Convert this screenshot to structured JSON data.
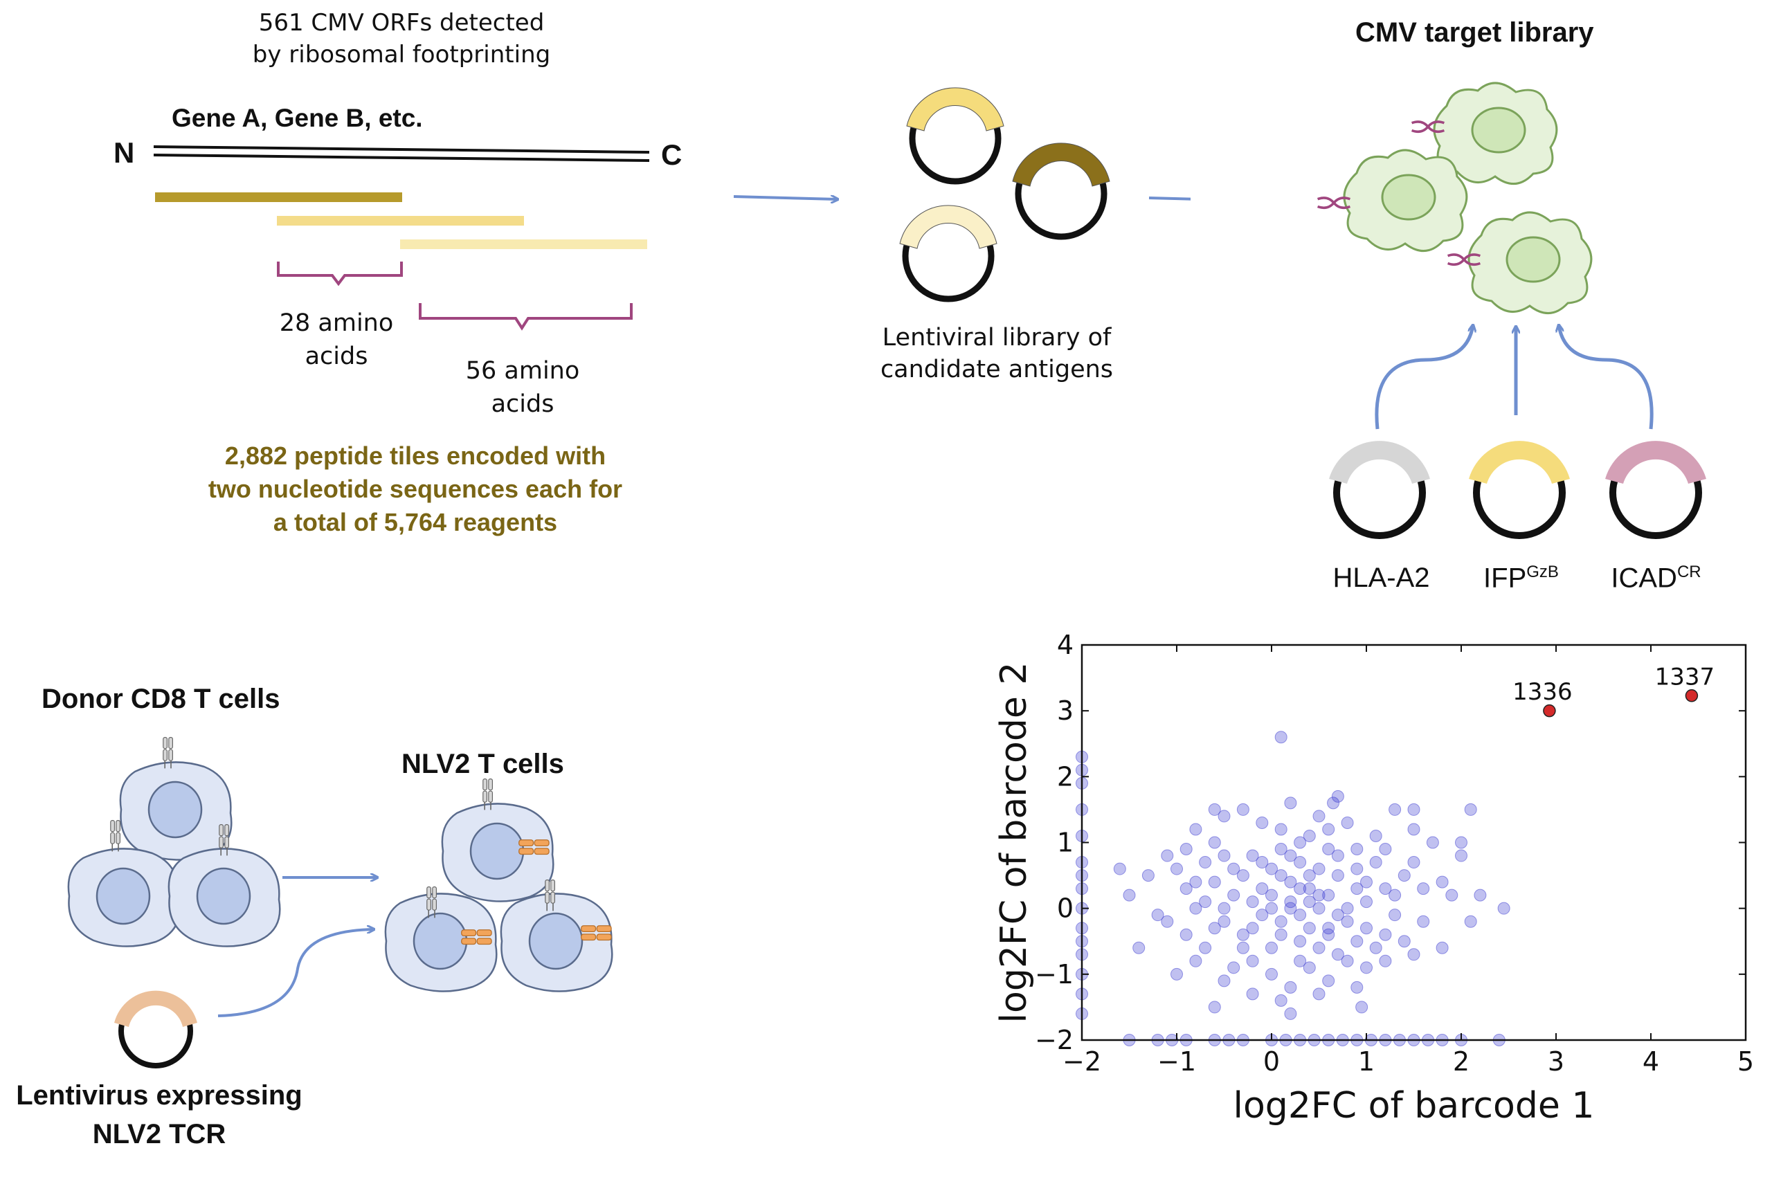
{
  "tiling": {
    "header_line1": "561 CMV ORFs detected",
    "header_line2": "by ribosomal footprinting",
    "gene_label": "Gene A, Gene B, etc.",
    "n_label": "N",
    "c_label": "C",
    "overlap_line1": "28 amino",
    "overlap_line2": "acids",
    "tile_line1": "56 amino",
    "tile_line2": "acids",
    "summary_line1": "2,882 peptide tiles encoded with",
    "summary_line2": "two nucleotide sequences each for",
    "summary_line3": "a total of 5,764 reagents",
    "colors": {
      "tile_dark": "#b69a2c",
      "tile_mid": "#f4dc8a",
      "tile_light": "#f8eab0",
      "bracket": "#a0467f"
    }
  },
  "library": {
    "caption_line1": "Lentiviral library of",
    "caption_line2": "candidate antigens",
    "colors": {
      "insert_yellow": "#f5dc7c",
      "insert_olive": "#8b701b",
      "insert_cream": "#faf0c8"
    }
  },
  "target": {
    "title": "CMV target library",
    "plasmids": [
      {
        "label": "HLA-A2",
        "superscript": "",
        "color": "#d6d6d6"
      },
      {
        "label": "IFP",
        "superscript": "GzB",
        "color": "#f5dc7c"
      },
      {
        "label": "ICAD",
        "superscript": "CR",
        "color": "#d4a0b6"
      }
    ],
    "colors": {
      "cell_fill": "#e6f2da",
      "cell_stroke": "#7ba35a",
      "nucleus_fill": "#cfe6b8",
      "antigen": "#a0467f",
      "arrow": "#6f8fcf"
    }
  },
  "tcells": {
    "donor_title": "Donor CD8 T cells",
    "nlv2_title": "NLV2 T cells",
    "lenti_line1": "Lentivirus expressing",
    "lenti_line2": "NLV2 TCR",
    "colors": {
      "cell_fill": "#dfe6f5",
      "cell_stroke": "#5a6b8c",
      "nucleus_fill": "#b9c9ea",
      "tcr": "#f2a45a",
      "insert": "#ecc09a"
    }
  },
  "chart_data": {
    "type": "scatter",
    "xlabel": "log2FC of barcode 1",
    "ylabel": "log2FC of barcode 2",
    "xlim": [
      -2,
      5
    ],
    "ylim": [
      -2,
      4
    ],
    "xticks": [
      -2,
      -1,
      0,
      1,
      2,
      3,
      4,
      5
    ],
    "yticks": [
      -2,
      -1,
      0,
      1,
      2,
      3,
      4
    ],
    "xtick_labels": [
      "−2",
      "−1",
      "0",
      "1",
      "2",
      "3",
      "4",
      "5"
    ],
    "ytick_labels": [
      "−2",
      "−1",
      "0",
      "1",
      "2",
      "3",
      "4"
    ],
    "grid": false,
    "series": [
      {
        "color": "#3a3ad0",
        "points": [
          [
            0.1,
            2.6
          ],
          [
            0.2,
            1.6
          ],
          [
            0.7,
            1.7
          ],
          [
            -0.3,
            1.5
          ],
          [
            -0.5,
            1.4
          ],
          [
            1.3,
            1.5
          ],
          [
            1.5,
            1.5
          ],
          [
            2.1,
            1.5
          ],
          [
            -0.8,
            1.2
          ],
          [
            -1.1,
            0.8
          ],
          [
            -1.3,
            0.5
          ],
          [
            -1.5,
            0.2
          ],
          [
            -1.2,
            -0.1
          ],
          [
            -1.4,
            -0.6
          ],
          [
            -0.8,
            -0.8
          ],
          [
            -0.5,
            -1.1
          ],
          [
            -0.6,
            -1.5
          ],
          [
            0.1,
            -1.4
          ],
          [
            0.2,
            -1.2
          ],
          [
            0.5,
            -1.3
          ],
          [
            1.0,
            -0.9
          ],
          [
            1.5,
            -0.7
          ],
          [
            1.8,
            -0.6
          ],
          [
            1.9,
            0.2
          ],
          [
            2.0,
            0.8
          ],
          [
            2.0,
            1.0
          ],
          [
            2.45,
            0.0
          ],
          [
            1.6,
            0.3
          ],
          [
            1.4,
            0.5
          ],
          [
            1.2,
            0.9
          ],
          [
            1.1,
            1.1
          ],
          [
            0.9,
            0.6
          ],
          [
            0.6,
            0.9
          ],
          [
            0.4,
            1.1
          ],
          [
            0.1,
            0.9
          ],
          [
            -0.2,
            0.8
          ],
          [
            -0.4,
            0.6
          ],
          [
            -0.6,
            0.4
          ],
          [
            -0.7,
            0.1
          ],
          [
            -0.5,
            -0.2
          ],
          [
            -0.3,
            -0.4
          ],
          [
            0.0,
            -0.6
          ],
          [
            0.3,
            -0.5
          ],
          [
            0.6,
            -0.4
          ],
          [
            0.8,
            -0.2
          ],
          [
            1.0,
            0.1
          ],
          [
            0.9,
            0.3
          ],
          [
            0.7,
            0.5
          ],
          [
            0.5,
            0.6
          ],
          [
            0.3,
            0.7
          ],
          [
            0.1,
            0.5
          ],
          [
            -0.1,
            0.3
          ],
          [
            -0.2,
            0.1
          ],
          [
            -0.1,
            -0.1
          ],
          [
            0.1,
            -0.2
          ],
          [
            0.3,
            -0.1
          ],
          [
            0.5,
            0.0
          ],
          [
            0.6,
            0.2
          ],
          [
            0.4,
            0.3
          ],
          [
            0.2,
            0.4
          ],
          [
            0.0,
            0.2
          ],
          [
            0.2,
            0.0
          ],
          [
            0.4,
            0.1
          ],
          [
            0.3,
            0.3
          ],
          [
            -0.4,
            0.2
          ],
          [
            -0.6,
            -0.3
          ],
          [
            -0.8,
            0.0
          ],
          [
            -0.9,
            0.3
          ],
          [
            -1.0,
            0.6
          ],
          [
            -0.9,
            -0.4
          ],
          [
            -0.7,
            -0.6
          ],
          [
            -0.2,
            -0.8
          ],
          [
            0.0,
            -1.0
          ],
          [
            0.4,
            -0.9
          ],
          [
            0.7,
            -0.7
          ],
          [
            1.2,
            -0.4
          ],
          [
            1.3,
            -0.1
          ],
          [
            1.2,
            0.3
          ],
          [
            1.5,
            0.7
          ],
          [
            1.7,
            1.0
          ],
          [
            0.8,
            1.3
          ],
          [
            0.5,
            1.4
          ],
          [
            -0.1,
            1.3
          ],
          [
            -0.6,
            1.0
          ],
          [
            0.6,
            -1.1
          ],
          [
            0.9,
            -1.2
          ],
          [
            1.1,
            -0.6
          ],
          [
            -0.2,
            -1.3
          ],
          [
            0.2,
            0.8
          ],
          [
            0.7,
            0.8
          ],
          [
            -0.3,
            0.5
          ],
          [
            1.0,
            -0.3
          ],
          [
            0.1,
            -0.4
          ],
          [
            -0.5,
            0.8
          ],
          [
            0.3,
            -0.8
          ],
          [
            0.8,
            0.0
          ],
          [
            1.6,
            -0.2
          ],
          [
            1.4,
            -0.5
          ],
          [
            -1.1,
            -0.2
          ],
          [
            -0.9,
            0.9
          ],
          [
            0.0,
            0.0
          ],
          [
            0.5,
            -0.6
          ],
          [
            1.8,
            0.4
          ],
          [
            -0.4,
            -0.9
          ],
          [
            0.6,
            1.2
          ],
          [
            0.2,
            -1.6
          ],
          [
            1.1,
            0.7
          ],
          [
            -0.7,
            0.7
          ],
          [
            0.9,
            -0.5
          ],
          [
            0.4,
            0.5
          ],
          [
            -0.2,
            -0.3
          ],
          [
            0.7,
            -0.1
          ],
          [
            0.3,
            1.0
          ],
          [
            1.0,
            0.4
          ],
          [
            -0.5,
            0.0
          ],
          [
            0.0,
            0.6
          ],
          [
            0.8,
            -0.8
          ],
          [
            -0.3,
            -0.6
          ],
          [
            1.3,
            0.2
          ],
          [
            0.5,
            0.2
          ],
          [
            0.2,
            0.1
          ],
          [
            0.6,
            -0.3
          ],
          [
            -0.1,
            0.7
          ],
          [
            0.9,
            0.9
          ],
          [
            1.2,
            -0.8
          ],
          [
            -0.8,
            0.4
          ],
          [
            0.1,
            1.2
          ],
          [
            0.4,
            -0.3
          ],
          [
            2.2,
            0.2
          ],
          [
            2.1,
            -0.2
          ],
          [
            -1.6,
            0.6
          ],
          [
            1.5,
            1.2
          ],
          [
            -0.6,
            1.5
          ],
          [
            0.95,
            -1.5
          ],
          [
            0.65,
            1.6
          ],
          [
            -1.0,
            -1.0
          ],
          [
            -2.0,
            2.3
          ],
          [
            -2.0,
            1.9
          ],
          [
            -2.0,
            1.5
          ],
          [
            -2.0,
            1.1
          ],
          [
            -2.0,
            0.7
          ],
          [
            -2.0,
            0.3
          ],
          [
            -2.0,
            0.0
          ],
          [
            -2.0,
            -0.3
          ],
          [
            -2.0,
            -0.7
          ],
          [
            -2.0,
            -1.0
          ],
          [
            -2.0,
            -1.3
          ],
          [
            -2.0,
            -1.6
          ],
          [
            -2.0,
            2.1
          ],
          [
            -2.0,
            0.5
          ],
          [
            -2.0,
            -0.5
          ],
          [
            -1.5,
            -2.0
          ],
          [
            -1.2,
            -2.0
          ],
          [
            -0.9,
            -2.0
          ],
          [
            -0.6,
            -2.0
          ],
          [
            -0.3,
            -2.0
          ],
          [
            0.0,
            -2.0
          ],
          [
            0.3,
            -2.0
          ],
          [
            0.6,
            -2.0
          ],
          [
            0.9,
            -2.0
          ],
          [
            1.2,
            -2.0
          ],
          [
            1.5,
            -2.0
          ],
          [
            1.8,
            -2.0
          ],
          [
            2.0,
            -2.0
          ],
          [
            2.4,
            -2.0
          ],
          [
            -0.45,
            -2.0
          ],
          [
            0.45,
            -2.0
          ],
          [
            1.05,
            -2.0
          ],
          [
            1.65,
            -2.0
          ],
          [
            -1.05,
            -2.0
          ],
          [
            0.15,
            -2.0
          ],
          [
            0.75,
            -2.0
          ],
          [
            1.35,
            -2.0
          ]
        ]
      },
      {
        "color": "#d42a2a",
        "points": [
          [
            2.93,
            3.0,
            "1336"
          ],
          [
            4.43,
            3.23,
            "1337"
          ]
        ]
      }
    ]
  }
}
